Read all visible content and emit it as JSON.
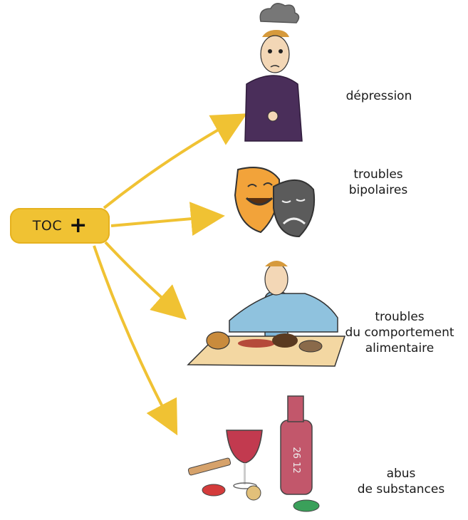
{
  "center": {
    "prefix": "TOC",
    "symbol": "+"
  },
  "outcomes": [
    {
      "id": "depression",
      "lines": [
        "dépression"
      ]
    },
    {
      "id": "bipolar",
      "lines": [
        "troubles",
        "bipolaires"
      ]
    },
    {
      "id": "eating",
      "lines": [
        "troubles",
        "du comportement",
        "alimentaire"
      ]
    },
    {
      "id": "substances",
      "lines": [
        "abus",
        "de substances"
      ]
    }
  ],
  "illustrations": {
    "depression": "sad-person-with-rain-cloud",
    "bipolar": "comedy-tragedy-masks",
    "eating": "person-eating-at-table",
    "substances": "wine-glass-bottle-pills-cigarettes"
  },
  "bottle_text": "26 12",
  "colors": {
    "arrow": "#f0c233",
    "box": "#f0c233",
    "shirt": "#4a2e5a",
    "masks_happy": "#f2a33a",
    "masks_sad": "#5b5b5b",
    "wine": "#c23a4f"
  }
}
